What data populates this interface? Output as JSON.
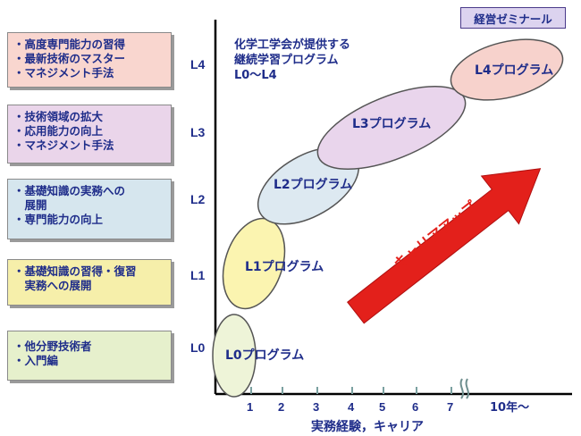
{
  "tag": "経営ゼミナール",
  "header": [
    "化学工学会が提供する",
    "継続学習プログラム",
    "L0～L4"
  ],
  "left_boxes": [
    {
      "lines": [
        "・高度専門能力の習得",
        "・最新技術のマスター",
        "・マネジメント手法"
      ],
      "color": "#f9d6cf"
    },
    {
      "lines": [
        "・技術領域の拡大",
        "・応用能力の向上",
        "・マネジメント手法"
      ],
      "color": "#ead5ea"
    },
    {
      "lines": [
        "・基礎知識の実務への",
        "　展開",
        "・専門能力の向上"
      ],
      "color": "#d6e6ee"
    },
    {
      "lines": [
        "・基礎知識の習得・復習",
        "　実務への展開"
      ],
      "color": "#f6efaa"
    },
    {
      "lines": [
        "・他分野技術者",
        "・入門編"
      ],
      "color": "#e6f0cc"
    }
  ],
  "levels": [
    "L4",
    "L3",
    "L2",
    "L1",
    "L0"
  ],
  "programs": [
    {
      "label": "L0プログラム",
      "color": "#eef4d8"
    },
    {
      "label": "L1プログラム",
      "color": "#fbf4b0"
    },
    {
      "label": "L2プログラム",
      "color": "#dde9f1"
    },
    {
      "label": "L3プログラム",
      "color": "#e9d5ec"
    },
    {
      "label": "L4プログラム",
      "color": "#f7d2cc"
    }
  ],
  "arrow_label": "キャリアアップ",
  "x_ticks": [
    "1",
    "2",
    "3",
    "4",
    "5",
    "6",
    "7",
    "10年～"
  ],
  "x_axis_label": "実務経験，キャリア",
  "colors": {
    "text": "#1f2d8a",
    "arrow": "#e3201b",
    "axis": "#000000"
  }
}
